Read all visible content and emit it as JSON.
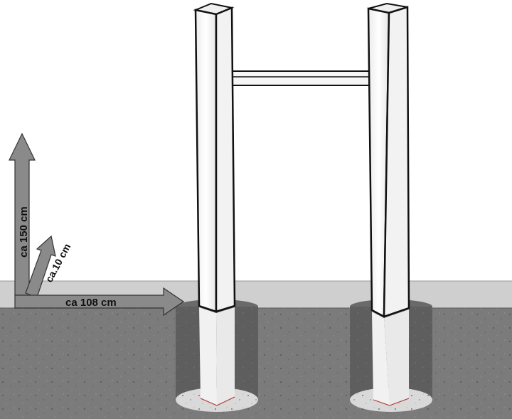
{
  "dimensions": {
    "height": "ca 150 cm",
    "depth": "ca.10 cm",
    "width": "ca 108 cm"
  },
  "colors": {
    "sky": "#ffffff",
    "ground_surface": "#cfcfcf",
    "soil": "#7b7b7b",
    "hole": "#5e5e5e",
    "post": "#f7f7f7",
    "post_outline": "#111111",
    "arrow_fill": "#8a8a8a",
    "gravel": "#d9d9d9"
  }
}
